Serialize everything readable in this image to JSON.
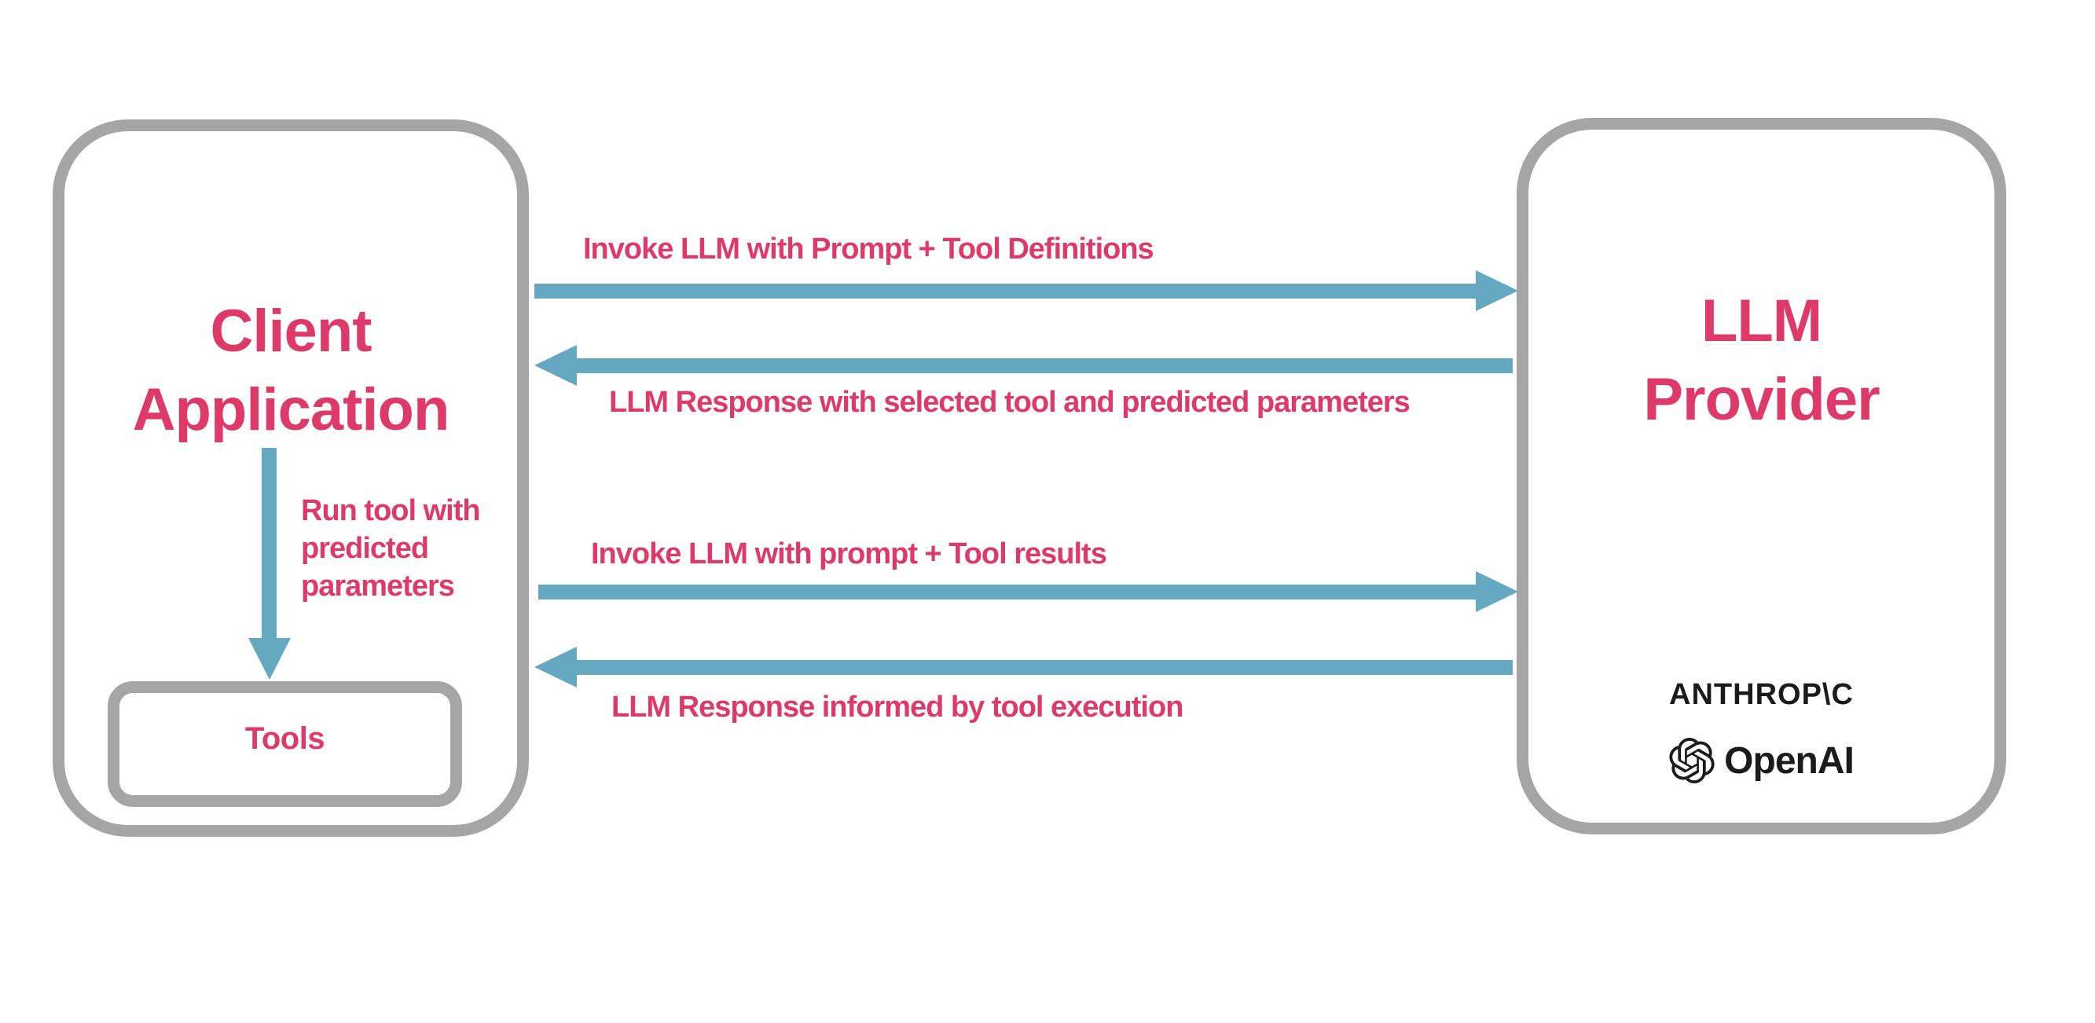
{
  "colors": {
    "pink": "#de3a69",
    "blue": "#64a8c1",
    "gray": "#a5a5a5",
    "ink": "#1b1b1b"
  },
  "client_box": {
    "title_line1": "Client",
    "title_line2": "Application",
    "tools_label": "Tools"
  },
  "llm_box": {
    "title_line1": "LLM",
    "title_line2": "Provider",
    "anthropic_wordmark": "ANTHROP\\C",
    "openai_wordmark": "OpenAI",
    "openai_icon": "openai-hexaknot-icon"
  },
  "arrows": [
    {
      "id": "invoke-with-definitions",
      "direction": "left-to-right",
      "label": "Invoke LLM with Prompt + Tool Definitions"
    },
    {
      "id": "response-selected-tool",
      "direction": "right-to-left",
      "label": "LLM Response with selected tool and predicted parameters"
    },
    {
      "id": "invoke-with-results",
      "direction": "left-to-right",
      "label": "Invoke LLM with prompt + Tool results"
    },
    {
      "id": "response-informed",
      "direction": "right-to-left",
      "label": "LLM Response informed by tool execution"
    },
    {
      "id": "run-tool",
      "direction": "top-to-bottom",
      "label": "Run tool with\npredicted\nparameters"
    }
  ]
}
